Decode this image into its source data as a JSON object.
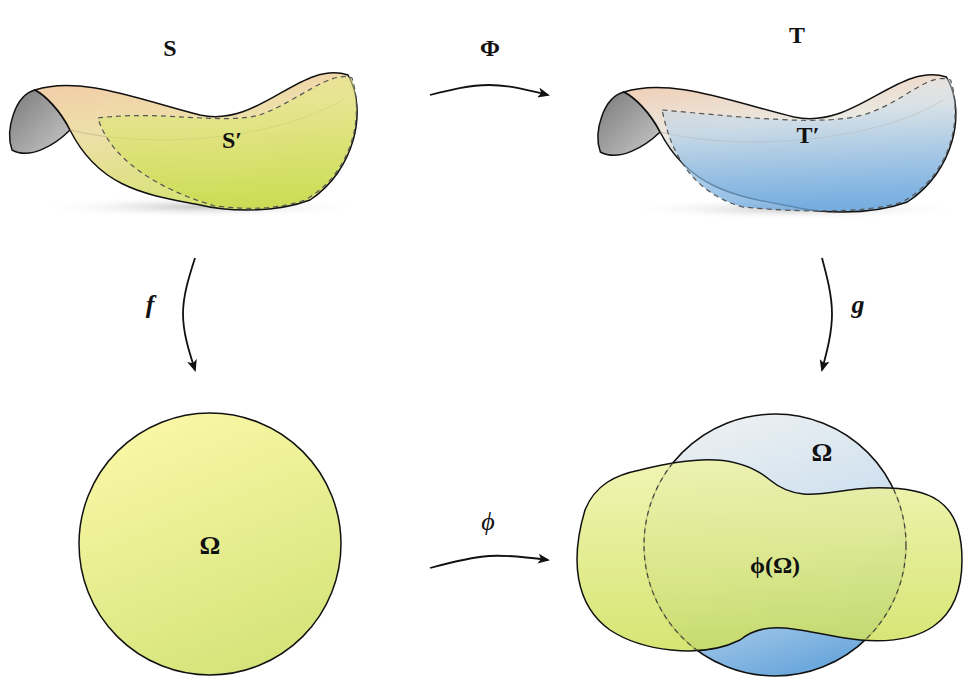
{
  "diagram": {
    "nodes": [
      {
        "text": [
          "S"
        ]
      },
      {
        "text": [
          "S′"
        ],
        "in": 0
      },
      {
        "text": [
          "T"
        ]
      },
      {
        "text": [
          "T′"
        ],
        "in": 2
      },
      {
        "text": [
          "Ω"
        ]
      },
      {
        "text": [
          "Ω"
        ]
      },
      {
        "text": [
          "ϕ(Ω)"
        ]
      }
    ],
    "edges": [
      {
        "from": 0,
        "to": 2,
        "label": "Φ",
        "arrow": "to"
      },
      {
        "from": 0,
        "to": 4,
        "label": "f",
        "arrow": "to"
      },
      {
        "from": 2,
        "to": 5,
        "label": "g",
        "arrow": "to"
      },
      {
        "from": 4,
        "to": 6,
        "label": "ϕ",
        "arrow": "to"
      }
    ]
  }
}
